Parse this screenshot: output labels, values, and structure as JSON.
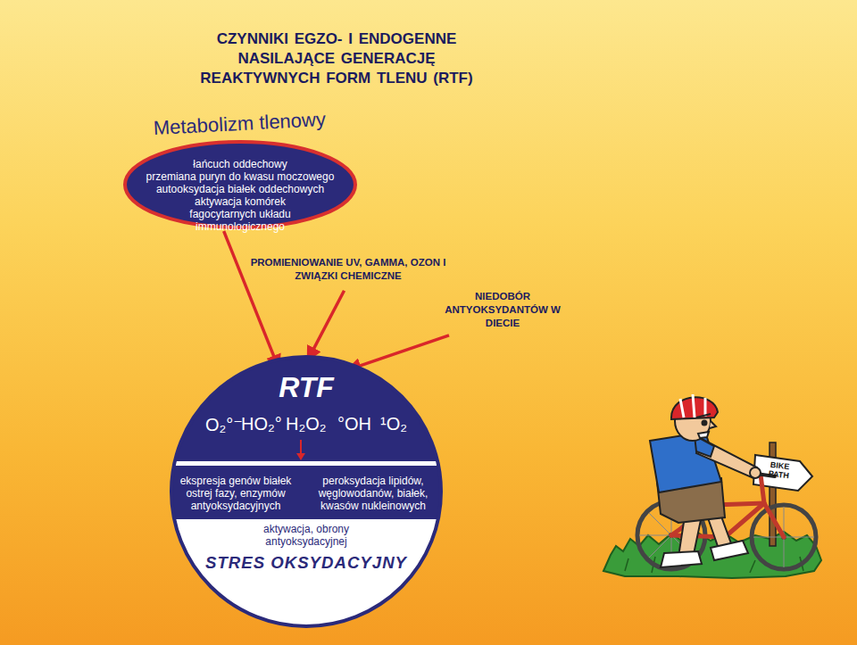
{
  "diagram": {
    "title": "CZYNNIKI EGZO- I ENDOGENNE NASILAJĄCE GENERACJĘ REAKTYWNYCH FORM TLENU (RTF)",
    "nodes": [
      {
        "text": [
          "Metabolizm tlenowy",
          "łańcuch oddechowy",
          "przemiana puryn do kwasu moczowego",
          "autooksydacja białek oddechowych",
          "aktywacja komórek fagocytarnych układu immunologicznego"
        ]
      },
      {
        "text": [
          "PROMIENIOWANIE UV, GAMMA, OZON I ZWIĄZKI CHEMICZNE"
        ]
      },
      {
        "text": [
          "NIEDOBÓR ANTYOKSYDANTÓW W DIECIE"
        ]
      },
      {
        "text": [
          "RTF",
          "O₂°⁻",
          "HO₂°",
          "H₂O₂",
          "°OH",
          "¹O₂",
          "ekspresja genów białek ostrej fazy, enzymów antyoksydacyjnych",
          "peroksydacja lipidów, węglowodanów, białek, kwasów nukleinowych",
          "aktywacja, obrony antyoksydacyjnej",
          "STRES OKSYDACYJNY"
        ]
      }
    ],
    "edges": [
      {
        "from": 0,
        "to": 3,
        "arrow": "to"
      },
      {
        "from": 1,
        "to": 3,
        "arrow": "to"
      },
      {
        "from": 2,
        "to": 3,
        "arrow": "to"
      }
    ],
    "labels": [
      "BIKE PATH"
    ]
  }
}
